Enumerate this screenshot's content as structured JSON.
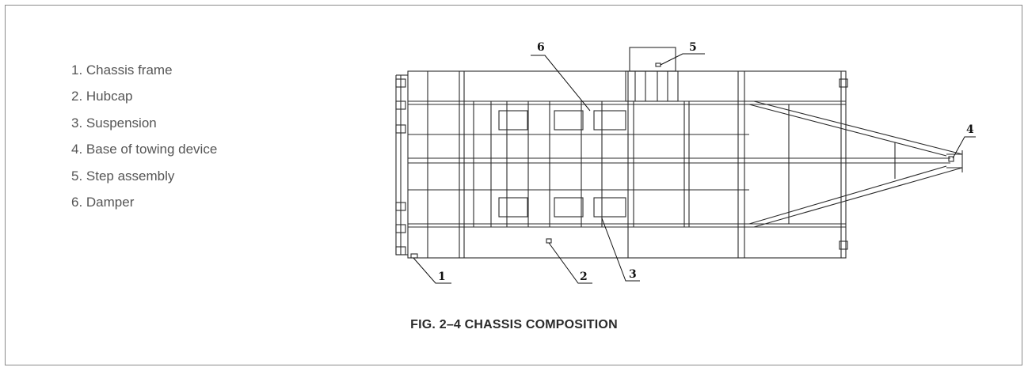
{
  "legend": {
    "items": [
      "1. Chassis frame",
      "2. Hubcap",
      "3. Suspension",
      "4. Base of towing device",
      "5. Step assembly",
      "6. Damper"
    ]
  },
  "callouts": {
    "c1": "1",
    "c2": "2",
    "c3": "3",
    "c4": "4",
    "c5": "5",
    "c6": "6"
  },
  "caption": "FIG. 2–4 CHASSIS COMPOSITION"
}
